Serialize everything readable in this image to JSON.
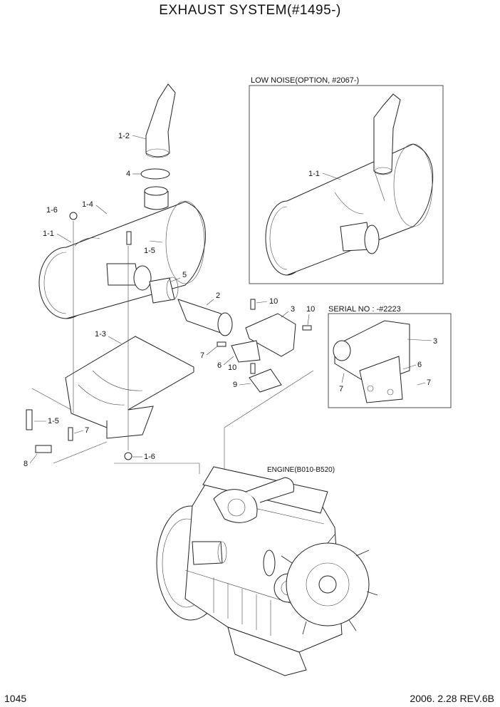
{
  "title": "EXHAUST SYSTEM(#1495-)",
  "inset_low_noise": {
    "title": "LOW NOISE(OPTION, #2067-)",
    "labels": [
      "1-1"
    ]
  },
  "inset_serial": {
    "title": "SERIAL NO : -#2223",
    "labels": [
      "3",
      "6",
      "7",
      "7"
    ]
  },
  "engine_label": "ENGINE(B010-B520)",
  "part_labels": {
    "p1_2": "1-2",
    "p4": "4",
    "p1_6a": "1-6",
    "p1_4": "1-4",
    "p1_1": "1-1",
    "p1_5a": "1-5",
    "p5": "5",
    "p2": "2",
    "p10a": "10",
    "p3": "3",
    "p10b": "10",
    "p7a": "7",
    "p6": "6",
    "p10c": "10",
    "p9": "9",
    "p1_3": "1-3",
    "p1_5b": "1-5",
    "p7b": "7",
    "p8": "8",
    "p1_6b": "1-6"
  },
  "footer": {
    "page": "1045",
    "date_rev": "2006. 2.28  REV.6B"
  }
}
